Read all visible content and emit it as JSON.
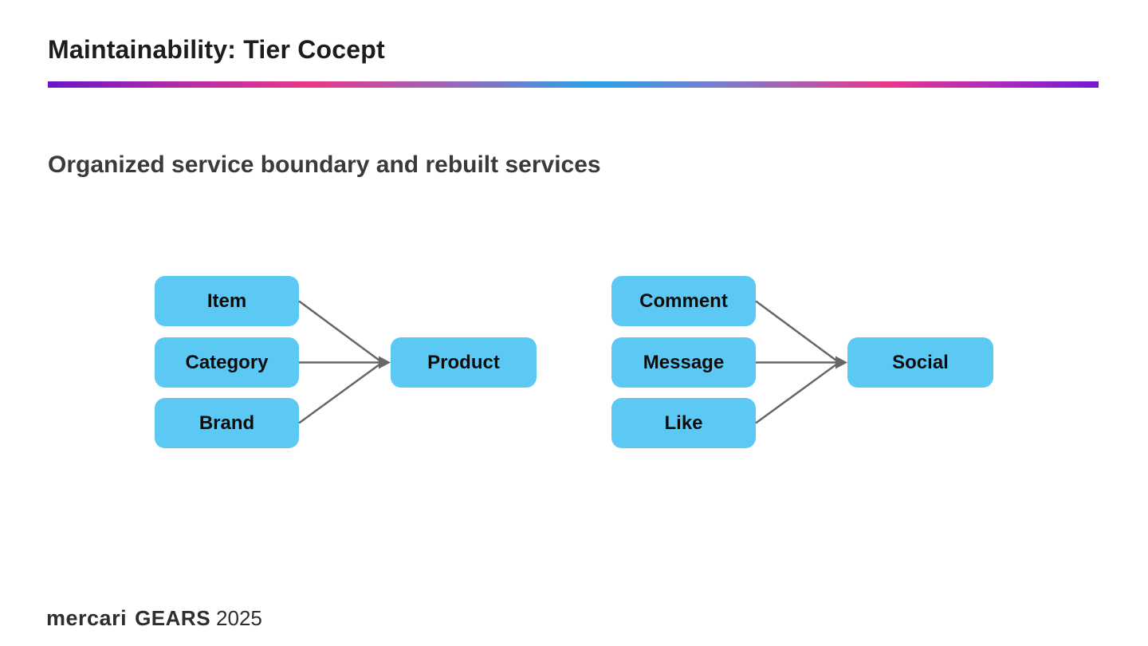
{
  "slide": {
    "title": "Maintainability: Tier Cocept",
    "subtitle": "Organized service boundary and rebuilt services",
    "divider_gradient_colors": [
      "#6A15C8",
      "#E8388A",
      "#29A3E8",
      "#E8388A",
      "#7517D6"
    ],
    "footer": {
      "brand": "mercari",
      "event": "GEARS",
      "year": "2025"
    }
  },
  "diagram": {
    "box_fill_color": "#5CC9F5",
    "box_text_color": "#0D0D0D",
    "arrow_color": "#666666",
    "groups": [
      {
        "name": "product-group",
        "sources": [
          "Item",
          "Category",
          "Brand"
        ],
        "target": "Product"
      },
      {
        "name": "social-group",
        "sources": [
          "Comment",
          "Message",
          "Like"
        ],
        "target": "Social"
      }
    ]
  }
}
